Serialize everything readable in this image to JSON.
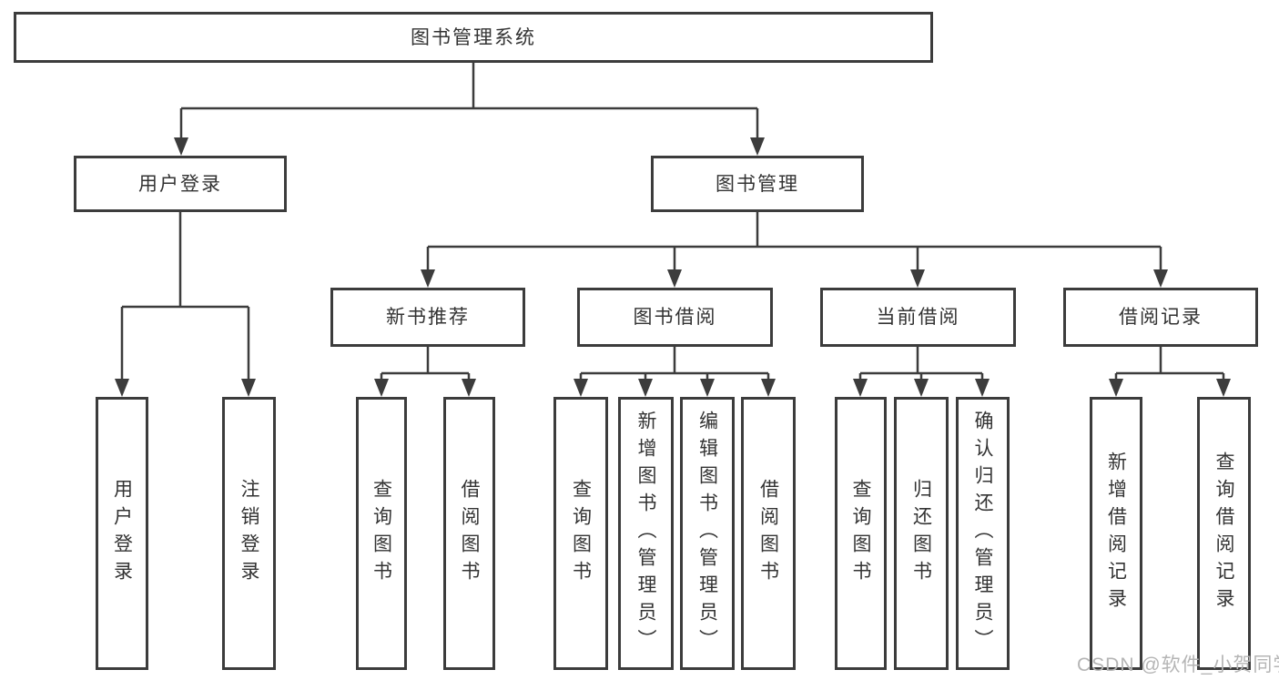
{
  "diagram_title": "图书管理系统",
  "colors": {
    "line": "#3c3c3c",
    "box_border": "#3c3c3c",
    "text": "#333333",
    "background": "#ffffff",
    "watermark": "#b5b5b5"
  },
  "watermark": {
    "text": "CSDN @软件_小贺同学"
  },
  "tree": {
    "label": "图书管理系统",
    "children": [
      {
        "label": "用户登录",
        "children": [
          {
            "label": "用户登录"
          },
          {
            "label": "注销登录"
          }
        ]
      },
      {
        "label": "图书管理",
        "children": [
          {
            "label": "新书推荐",
            "children": [
              {
                "label": "查询图书"
              },
              {
                "label": "借阅图书"
              }
            ]
          },
          {
            "label": "图书借阅",
            "children": [
              {
                "label": "查询图书"
              },
              {
                "label": "新增图书（管理员）"
              },
              {
                "label": "编辑图书（管理员）"
              },
              {
                "label": "借阅图书"
              }
            ]
          },
          {
            "label": "当前借阅",
            "children": [
              {
                "label": "查询图书"
              },
              {
                "label": "归还图书"
              },
              {
                "label": "确认归还（管理员）"
              }
            ]
          },
          {
            "label": "借阅记录",
            "children": [
              {
                "label": "新增借阅记录"
              },
              {
                "label": "查询借阅记录"
              }
            ]
          }
        ]
      }
    ]
  }
}
